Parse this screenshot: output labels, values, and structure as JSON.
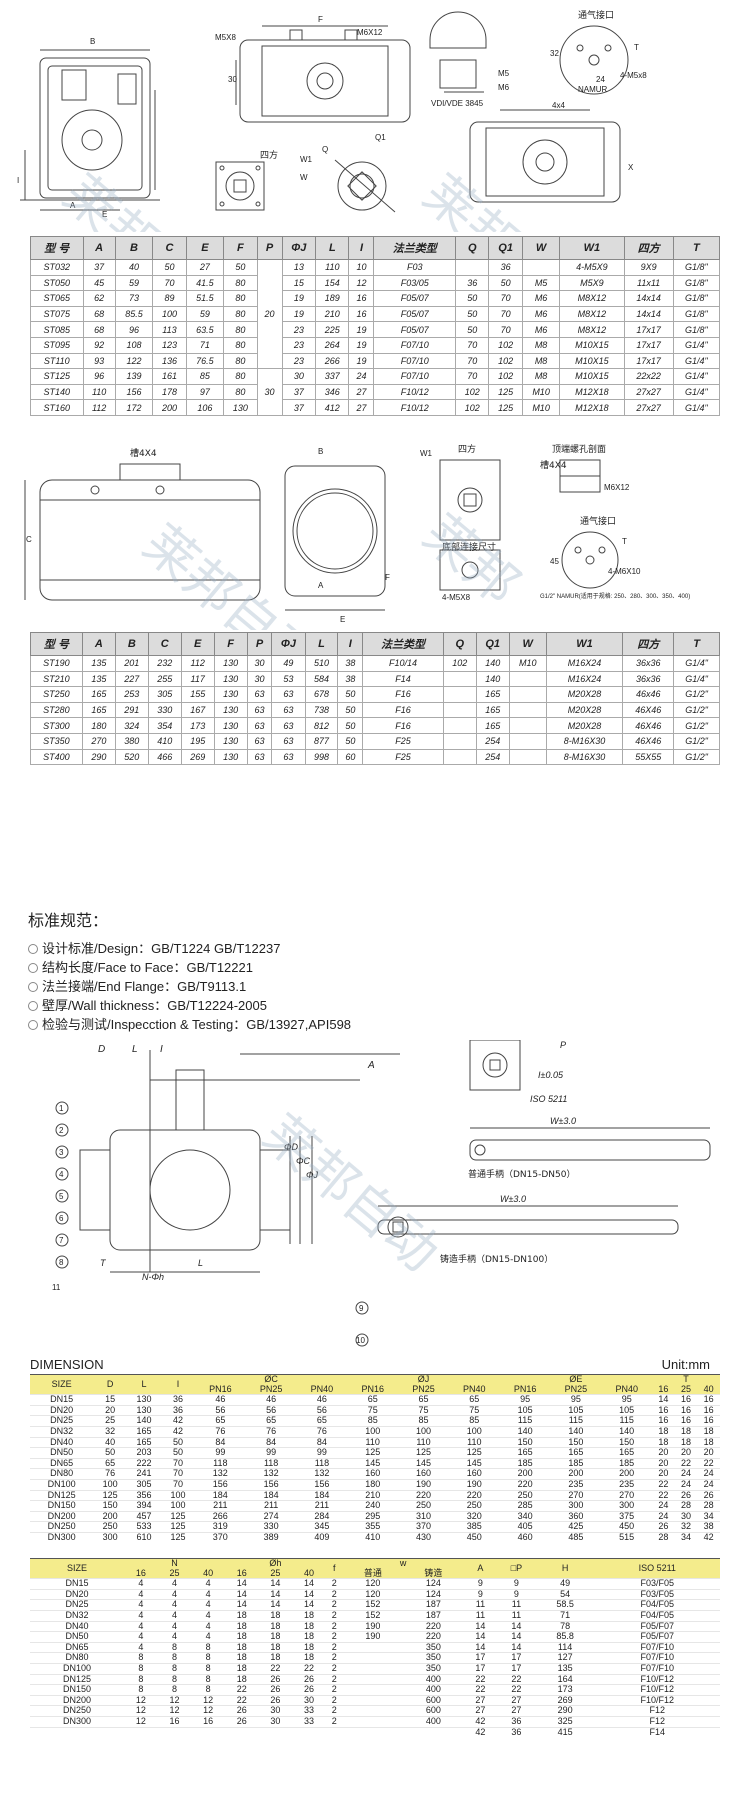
{
  "drawing1": {
    "labels": [
      "B",
      "F",
      "M5X8",
      "M6X12",
      "30",
      "A",
      "E",
      "I",
      "四方",
      "Q",
      "Q1",
      "W1",
      "W",
      "VDI/VDE 3845",
      "M5",
      "M6",
      "通气接口",
      "T",
      "4-M5x8",
      "NAMUR",
      "24",
      "4x4",
      "32",
      "X"
    ]
  },
  "table1": {
    "headers": [
      "型 号",
      "A",
      "B",
      "C",
      "E",
      "F",
      "P",
      "ΦJ",
      "L",
      "I",
      "法兰类型",
      "Q",
      "Q1",
      "W",
      "W1",
      "四方",
      "T"
    ],
    "rows": [
      [
        "ST032",
        "37",
        "40",
        "50",
        "27",
        "50",
        "13",
        "110",
        "10",
        "F03",
        "",
        "36",
        "",
        "4-M5X9",
        "9X9",
        "G1/8\""
      ],
      [
        "ST050",
        "45",
        "59",
        "70",
        "41.5",
        "80",
        "15",
        "154",
        "12",
        "F03/05",
        "36",
        "50",
        "M5",
        "M5X9",
        "11x11",
        "G1/8\""
      ],
      [
        "ST065",
        "62",
        "73",
        "89",
        "51.5",
        "80",
        "19",
        "189",
        "16",
        "F05/07",
        "50",
        "70",
        "M6",
        "M8X12",
        "14x14",
        "G1/8\""
      ],
      [
        "ST075",
        "68",
        "85.5",
        "100",
        "59",
        "80",
        "19",
        "210",
        "16",
        "F05/07",
        "50",
        "70",
        "M6",
        "M8X12",
        "14x14",
        "G1/8\""
      ],
      [
        "ST085",
        "68",
        "96",
        "113",
        "63.5",
        "80",
        "23",
        "225",
        "19",
        "F05/07",
        "50",
        "70",
        "M6",
        "M8X12",
        "17x17",
        "G1/8\""
      ],
      [
        "ST095",
        "92",
        "108",
        "123",
        "71",
        "80",
        "23",
        "264",
        "19",
        "F07/10",
        "70",
        "102",
        "M8",
        "M10X15",
        "17x17",
        "G1/4\""
      ],
      [
        "ST110",
        "93",
        "122",
        "136",
        "76.5",
        "80",
        "23",
        "266",
        "19",
        "F07/10",
        "70",
        "102",
        "M8",
        "M10X15",
        "17x17",
        "G1/4\""
      ],
      [
        "ST125",
        "96",
        "139",
        "161",
        "85",
        "80",
        "30",
        "337",
        "24",
        "F07/10",
        "70",
        "102",
        "M8",
        "M10X15",
        "22x22",
        "G1/4\""
      ],
      [
        "ST140",
        "110",
        "156",
        "178",
        "97",
        "80",
        "37",
        "346",
        "27",
        "F10/12",
        "102",
        "125",
        "M10",
        "M12X18",
        "27x27",
        "G1/4\""
      ],
      [
        "ST160",
        "112",
        "172",
        "200",
        "106",
        "130",
        "37",
        "412",
        "27",
        "F10/12",
        "102",
        "125",
        "M10",
        "M12X18",
        "27x27",
        "G1/4\""
      ]
    ],
    "p_values": [
      "20",
      "30"
    ]
  },
  "drawing2": {
    "labels": [
      "槽4X4",
      "C",
      "B",
      "E",
      "A",
      "F",
      "W1",
      "四方",
      "底部连接尺寸",
      "4-M5X8",
      "顶端螺孔剖面",
      "槽4X4",
      "M6X12",
      "通气接口",
      "T",
      "45",
      "4-M6X10",
      "G1/2\" NAMUR(适用于规格: 250、280、300、350、400)"
    ]
  },
  "table2": {
    "headers": [
      "型 号",
      "A",
      "B",
      "C",
      "E",
      "F",
      "P",
      "ΦJ",
      "L",
      "I",
      "法兰类型",
      "Q",
      "Q1",
      "W",
      "W1",
      "四方",
      "T"
    ],
    "rows": [
      [
        "ST190",
        "135",
        "201",
        "232",
        "112",
        "130",
        "30",
        "49",
        "510",
        "38",
        "F10/14",
        "102",
        "140",
        "M10",
        "M16X24",
        "36x36",
        "G1/4\""
      ],
      [
        "ST210",
        "135",
        "227",
        "255",
        "117",
        "130",
        "30",
        "53",
        "584",
        "38",
        "F14",
        "",
        "140",
        "",
        "M16X24",
        "36x36",
        "G1/4\""
      ],
      [
        "ST250",
        "165",
        "253",
        "305",
        "155",
        "130",
        "63",
        "63",
        "678",
        "50",
        "F16",
        "",
        "165",
        "",
        "M20X28",
        "46x46",
        "G1/2\""
      ],
      [
        "ST280",
        "165",
        "291",
        "330",
        "167",
        "130",
        "63",
        "63",
        "738",
        "50",
        "F16",
        "",
        "165",
        "",
        "M20X28",
        "46X46",
        "G1/2\""
      ],
      [
        "ST300",
        "180",
        "324",
        "354",
        "173",
        "130",
        "63",
        "63",
        "812",
        "50",
        "F16",
        "",
        "165",
        "",
        "M20X28",
        "46X46",
        "G1/2\""
      ],
      [
        "ST350",
        "270",
        "380",
        "410",
        "195",
        "130",
        "63",
        "63",
        "877",
        "50",
        "F25",
        "",
        "254",
        "",
        "8-M16X30",
        "46X46",
        "G1/2\""
      ],
      [
        "ST400",
        "290",
        "520",
        "466",
        "269",
        "130",
        "63",
        "63",
        "998",
        "60",
        "F25",
        "",
        "254",
        "",
        "8-M16X30",
        "55X55",
        "G1/2\""
      ]
    ]
  },
  "standards": {
    "title": "标准规范：",
    "items": [
      "设计标准/Design：GB/T1224  GB/T12237",
      "结构长度/Face to Face：GB/T12221",
      "法兰接端/End Flange：GB/T9113.1",
      "壁厚/Wall thickness：GB/T12224-2005",
      "检验与测试/Inspecction & Testing：GB/13927,API598"
    ]
  },
  "drawing3": {
    "labels": [
      "D",
      "L",
      "I",
      "A",
      "ΦD",
      "ΦC",
      "ΦJ",
      "N-Φh",
      "T",
      "L",
      "P",
      "I±0.05",
      "ISO 5211",
      "W±3.0",
      "普通手柄（DN15-DN50）",
      "W±3.0",
      "铸造手柄（DN15-DN100）",
      "1",
      "2",
      "3",
      "4",
      "5",
      "6",
      "7",
      "8",
      "9",
      "10",
      "11"
    ]
  },
  "dimension": {
    "title": "DIMENSION",
    "unit": "Unit:mm",
    "head1": [
      "SIZE",
      "D",
      "L",
      "I",
      "ØC",
      "ØJ",
      "ØE",
      "T"
    ],
    "sub1": [
      "PN16",
      "PN25",
      "PN40",
      "PN16",
      "PN25",
      "PN40",
      "PN16",
      "PN25",
      "PN40",
      "16",
      "25",
      "40"
    ],
    "rows1": [
      [
        "DN15",
        "15",
        "130",
        "36",
        "46",
        "46",
        "46",
        "65",
        "65",
        "65",
        "95",
        "95",
        "95",
        "14",
        "16",
        "16"
      ],
      [
        "DN20",
        "20",
        "130",
        "36",
        "56",
        "56",
        "56",
        "75",
        "75",
        "75",
        "105",
        "105",
        "105",
        "16",
        "16",
        "16"
      ],
      [
        "DN25",
        "25",
        "140",
        "42",
        "65",
        "65",
        "65",
        "85",
        "85",
        "85",
        "115",
        "115",
        "115",
        "16",
        "16",
        "16"
      ],
      [
        "DN32",
        "32",
        "165",
        "42",
        "76",
        "76",
        "76",
        "100",
        "100",
        "100",
        "140",
        "140",
        "140",
        "18",
        "18",
        "18"
      ],
      [
        "DN40",
        "40",
        "165",
        "50",
        "84",
        "84",
        "84",
        "110",
        "110",
        "110",
        "150",
        "150",
        "150",
        "18",
        "18",
        "18"
      ],
      [
        "DN50",
        "50",
        "203",
        "50",
        "99",
        "99",
        "99",
        "125",
        "125",
        "125",
        "165",
        "165",
        "165",
        "20",
        "20",
        "20"
      ],
      [
        "DN65",
        "65",
        "222",
        "70",
        "118",
        "118",
        "118",
        "145",
        "145",
        "145",
        "185",
        "185",
        "185",
        "20",
        "22",
        "22"
      ],
      [
        "DN80",
        "76",
        "241",
        "70",
        "132",
        "132",
        "132",
        "160",
        "160",
        "160",
        "200",
        "200",
        "200",
        "20",
        "24",
        "24"
      ],
      [
        "DN100",
        "100",
        "305",
        "70",
        "156",
        "156",
        "156",
        "180",
        "190",
        "190",
        "220",
        "235",
        "235",
        "22",
        "24",
        "24"
      ],
      [
        "DN125",
        "125",
        "356",
        "100",
        "184",
        "184",
        "184",
        "210",
        "220",
        "220",
        "250",
        "270",
        "270",
        "22",
        "26",
        "26"
      ],
      [
        "DN150",
        "150",
        "394",
        "100",
        "211",
        "211",
        "211",
        "240",
        "250",
        "250",
        "285",
        "300",
        "300",
        "24",
        "28",
        "28"
      ],
      [
        "DN200",
        "200",
        "457",
        "125",
        "266",
        "274",
        "284",
        "295",
        "310",
        "320",
        "340",
        "360",
        "375",
        "24",
        "30",
        "34"
      ],
      [
        "DN250",
        "250",
        "533",
        "125",
        "319",
        "330",
        "345",
        "355",
        "370",
        "385",
        "405",
        "425",
        "450",
        "26",
        "32",
        "38"
      ],
      [
        "DN300",
        "300",
        "610",
        "125",
        "370",
        "389",
        "409",
        "410",
        "430",
        "450",
        "460",
        "485",
        "515",
        "28",
        "34",
        "42"
      ]
    ],
    "head2": [
      "SIZE",
      "N",
      "Øh",
      "f",
      "w",
      "A",
      "□P",
      "H",
      "ISO 5211"
    ],
    "sub2": [
      "16",
      "25",
      "40",
      "16",
      "25",
      "40",
      "普通",
      "铸造"
    ],
    "rows2": [
      [
        "DN15",
        "4",
        "4",
        "4",
        "14",
        "14",
        "14",
        "2",
        "120",
        "124",
        "9",
        "9",
        "49",
        "F03/F05"
      ],
      [
        "DN20",
        "4",
        "4",
        "4",
        "14",
        "14",
        "14",
        "2",
        "120",
        "124",
        "9",
        "9",
        "54",
        "F03/F05"
      ],
      [
        "DN25",
        "4",
        "4",
        "4",
        "14",
        "14",
        "14",
        "2",
        "152",
        "187",
        "11",
        "11",
        "58.5",
        "F04/F05"
      ],
      [
        "DN32",
        "4",
        "4",
        "4",
        "18",
        "18",
        "18",
        "2",
        "152",
        "187",
        "11",
        "11",
        "71",
        "F04/F05"
      ],
      [
        "DN40",
        "4",
        "4",
        "4",
        "18",
        "18",
        "18",
        "2",
        "190",
        "220",
        "14",
        "14",
        "78",
        "F05/F07"
      ],
      [
        "DN50",
        "4",
        "4",
        "4",
        "18",
        "18",
        "18",
        "2",
        "190",
        "220",
        "14",
        "14",
        "85.8",
        "F05/F07"
      ],
      [
        "DN65",
        "4",
        "8",
        "8",
        "18",
        "18",
        "18",
        "2",
        "",
        "350",
        "14",
        "14",
        "114",
        "F07/F10"
      ],
      [
        "DN80",
        "8",
        "8",
        "8",
        "18",
        "18",
        "18",
        "2",
        "",
        "350",
        "17",
        "17",
        "127",
        "F07/F10"
      ],
      [
        "DN100",
        "8",
        "8",
        "8",
        "18",
        "22",
        "22",
        "2",
        "",
        "350",
        "17",
        "17",
        "135",
        "F07/F10"
      ],
      [
        "DN125",
        "8",
        "8",
        "8",
        "18",
        "26",
        "26",
        "2",
        "",
        "400",
        "22",
        "22",
        "164",
        "F10/F12"
      ],
      [
        "DN150",
        "8",
        "8",
        "8",
        "22",
        "26",
        "26",
        "2",
        "",
        "400",
        "22",
        "22",
        "173",
        "F10/F12"
      ],
      [
        "DN200",
        "12",
        "12",
        "12",
        "22",
        "26",
        "30",
        "2",
        "",
        "600",
        "27",
        "27",
        "269",
        "F10/F12"
      ],
      [
        "DN250",
        "12",
        "12",
        "12",
        "26",
        "30",
        "33",
        "2",
        "",
        "600",
        "27",
        "27",
        "290",
        "F12"
      ],
      [
        "DN300",
        "12",
        "16",
        "16",
        "26",
        "30",
        "33",
        "2",
        "",
        "400",
        "42",
        "36",
        "325",
        "F12"
      ],
      [
        "",
        "",
        "",
        "",
        "",
        "",
        "",
        "",
        "",
        "",
        "42",
        "36",
        "415",
        "F14"
      ]
    ]
  }
}
